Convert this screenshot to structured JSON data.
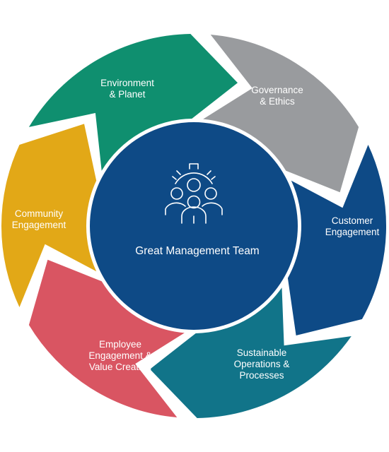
{
  "center": {
    "label": "Great Management Team",
    "icon": "team-gear-icon",
    "color": "#0e4a86"
  },
  "segments": [
    {
      "id": "environment",
      "lines": [
        "Environment",
        "& Planet"
      ],
      "color": "#0f8f6f"
    },
    {
      "id": "governance",
      "lines": [
        "Governance",
        "& Ethics"
      ],
      "color": "#999b9e"
    },
    {
      "id": "customer",
      "lines": [
        "Customer",
        "Engagement"
      ],
      "color": "#0e4a86"
    },
    {
      "id": "sustainable",
      "lines": [
        "Sustainable",
        "Operations &",
        "Processes"
      ],
      "color": "#117489"
    },
    {
      "id": "employee",
      "lines": [
        "Employee",
        "Engagement &",
        "Value Creation"
      ],
      "color": "#d95562"
    },
    {
      "id": "community",
      "lines": [
        "Community",
        "Engagement"
      ],
      "color": "#e2a817"
    }
  ]
}
